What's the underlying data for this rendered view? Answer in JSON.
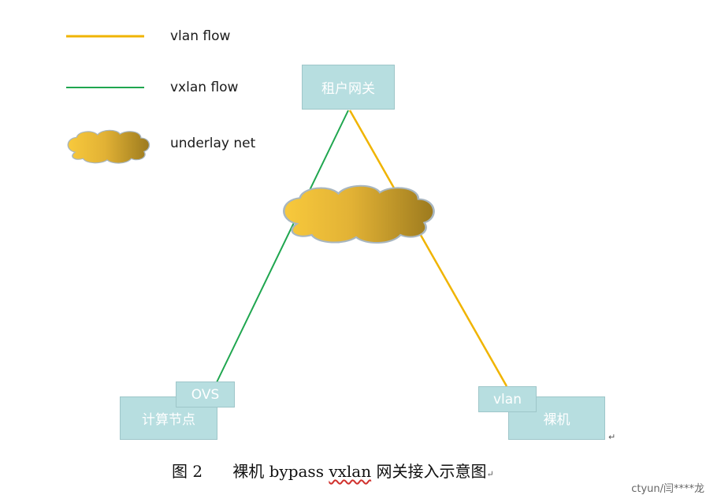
{
  "legend": [
    {
      "label": "vlan flow",
      "kind": "line",
      "color": "#f0b400"
    },
    {
      "label": "vxlan flow",
      "kind": "line",
      "color": "#1fa64f"
    },
    {
      "label": "underlay net",
      "kind": "cloud"
    }
  ],
  "nodes": {
    "tenant_gateway": "租户网关",
    "compute_node": "计算节点",
    "ovs": "OVS",
    "bare_metal": "裸机",
    "vlan": "vlan"
  },
  "caption": {
    "figure": "图 2",
    "text_before": "裸机 bypass ",
    "underlined": "vxlan",
    "text_after": " 网关接入示意图"
  },
  "paragraph_mark": "↵",
  "watermark": "ctyun/闫****龙",
  "colors": {
    "vlan_flow": "#f0b400",
    "vxlan_flow": "#1fa64f",
    "cloud_light": "#f8c93c",
    "cloud_dark": "#9c7a1e",
    "node_fill": "#b7dee0"
  }
}
